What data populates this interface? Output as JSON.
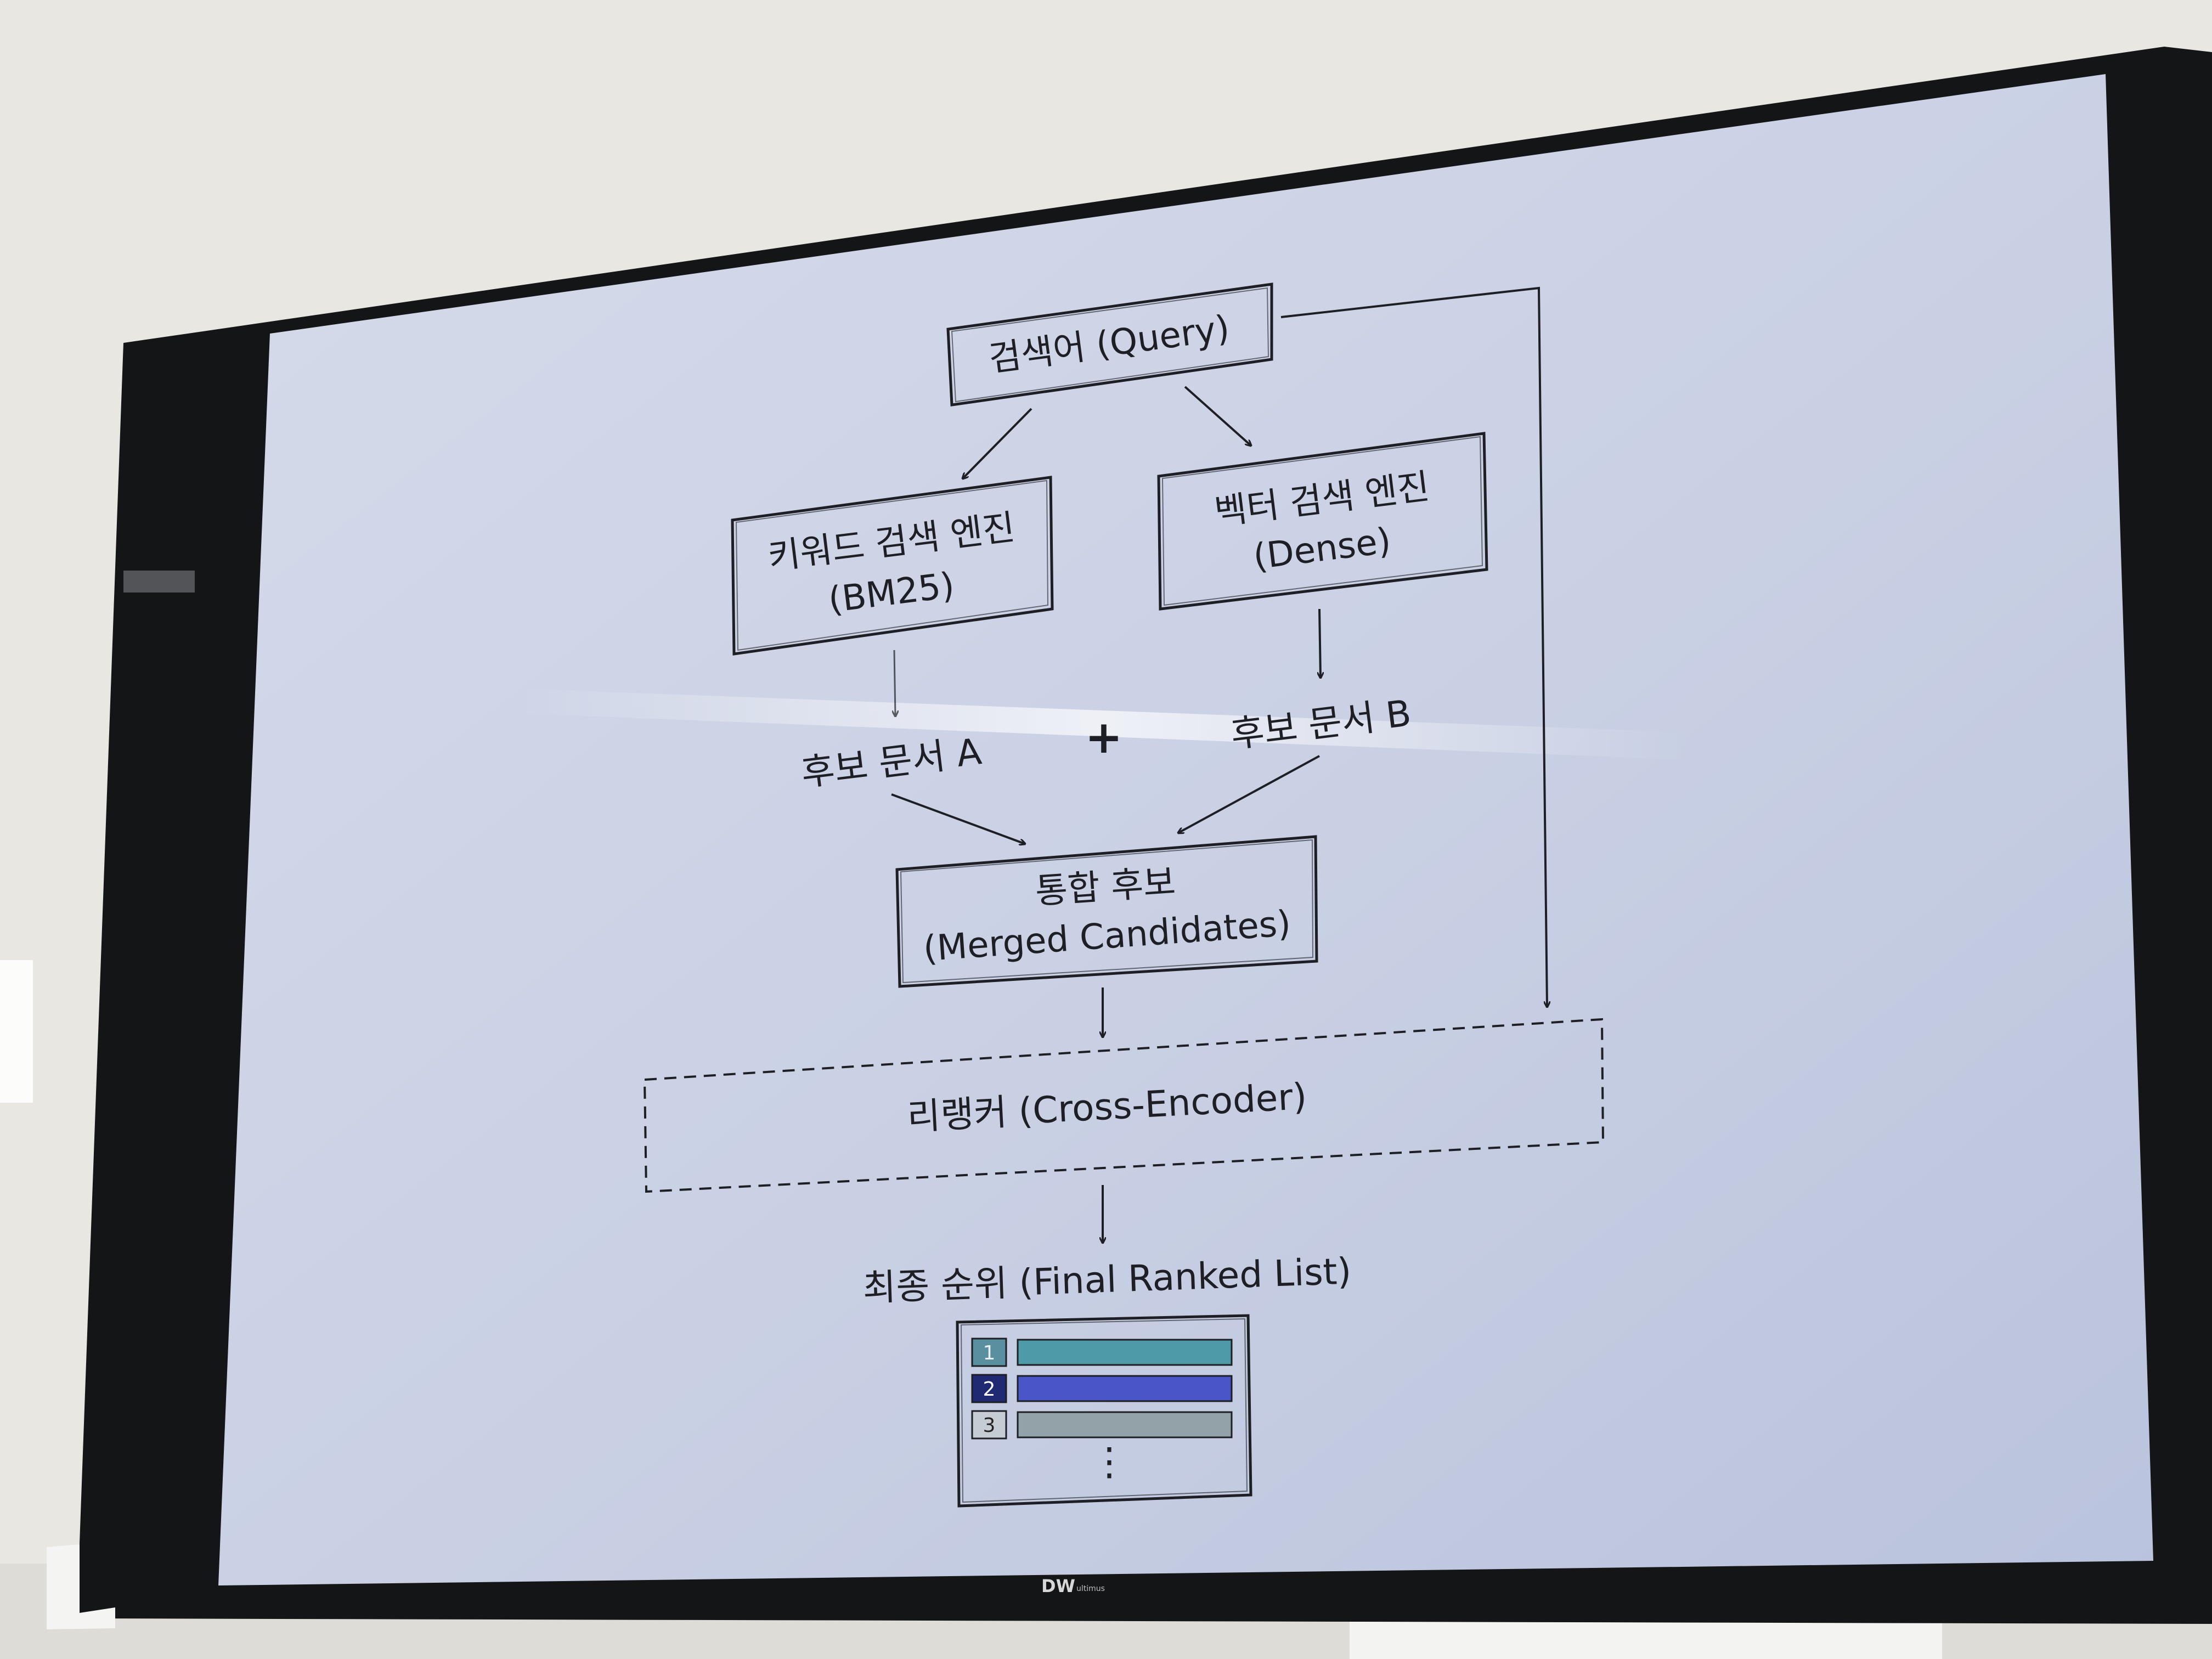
{
  "monitor": {
    "brand": "DW",
    "brand_sub": "ultimus"
  },
  "diagram": {
    "query": "검색어 (Query)",
    "keyword_engine": {
      "line1": "키워드 검색 엔진",
      "line2": "(BM25)"
    },
    "vector_engine": {
      "line1": "벡터 검색 엔진",
      "line2": "(Dense)"
    },
    "candidates_a": "후보 문서 A",
    "plus": "+",
    "candidates_b": "후보 문서 B",
    "merged": {
      "line1": "통합 후보",
      "line2": "(Merged Candidates)"
    },
    "reranker": "리랭커 (Cross-Encoder)",
    "final_title": "최종 순위 (Final Ranked List)",
    "ranks": [
      {
        "num": "1",
        "color": "#4f9aa8"
      },
      {
        "num": "2",
        "color": "#4a55c8"
      },
      {
        "num": "3",
        "color": "#93a2a8"
      }
    ],
    "ellipsis": "⋮"
  }
}
